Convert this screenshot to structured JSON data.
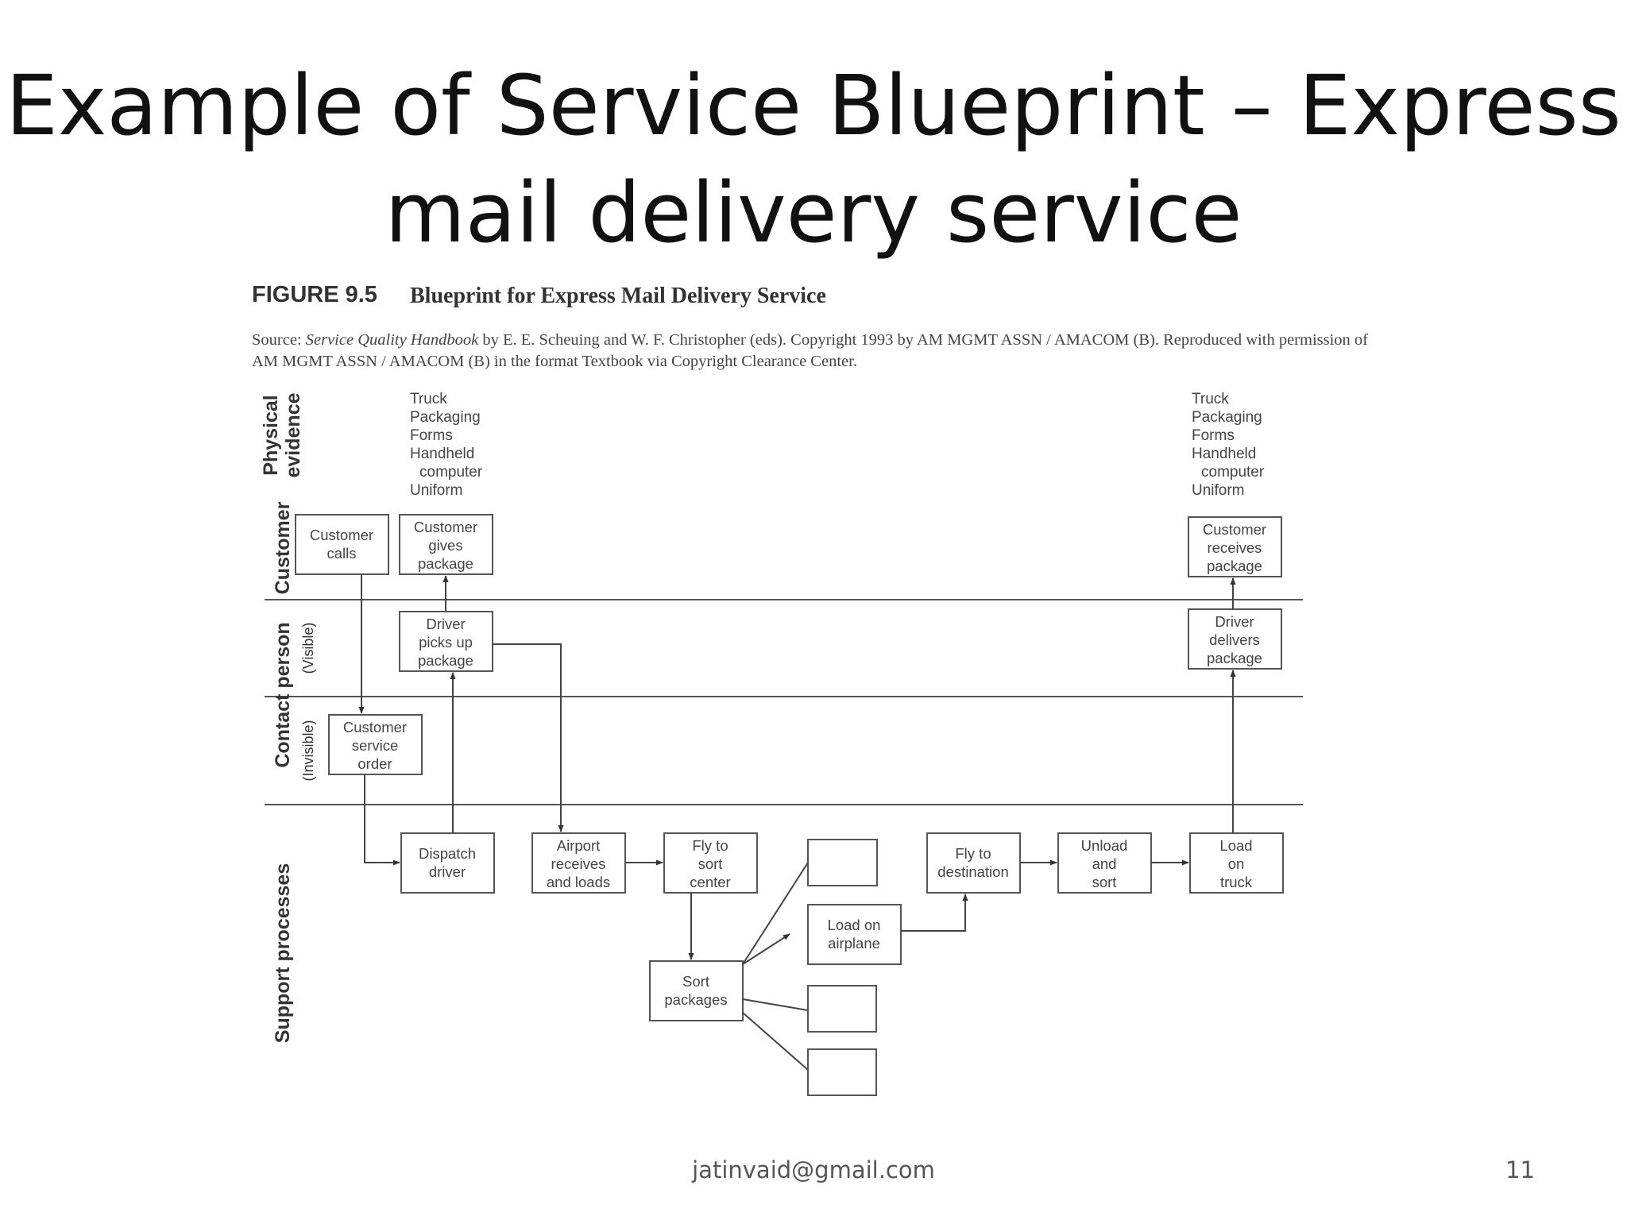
{
  "slide": {
    "title_line1": "Example of Service Blueprint – Express",
    "title_line2": "mail delivery service",
    "footer_email": "jatinvaid@gmail.com",
    "page_number": "11"
  },
  "figure": {
    "label": "FIGURE 9.5",
    "caption": "Blueprint for Express Mail Delivery Service",
    "source_prefix": "Source: ",
    "source_title": "Service Quality Handbook",
    "source_rest": " by E. E. Scheuing and W. F. Christopher (eds). Copyright 1993 by AM MGMT ASSN / AMACOM (B). Reproduced with permission of AM MGMT ASSN / AMACOM (B) in the format Textbook via Copyright Clearance Center."
  },
  "lanes": {
    "physical": [
      "Physical",
      "evidence"
    ],
    "customer": "Customer",
    "contact": "Contact person",
    "visible": "(Visible)",
    "invisible": "(Invisible)",
    "support": "Support  processes"
  },
  "evidence_left": [
    "Truck",
    "Packaging",
    "Forms",
    "Handheld",
    "computer",
    "Uniform"
  ],
  "evidence_right": [
    "Truck",
    "Packaging",
    "Forms",
    "Handheld",
    "computer",
    "Uniform"
  ],
  "nodes": {
    "customer_calls": [
      "Customer",
      "calls"
    ],
    "customer_gives": [
      "Customer",
      "gives",
      "package"
    ],
    "customer_receives": [
      "Customer",
      "receives",
      "package"
    ],
    "driver_picks": [
      "Driver",
      "picks up",
      "package"
    ],
    "driver_delivers": [
      "Driver",
      "delivers",
      "package"
    ],
    "cs_order": [
      "Customer",
      "service",
      "order"
    ],
    "dispatch": [
      "Dispatch",
      "driver"
    ],
    "airport": [
      "Airport",
      "receives",
      "and loads"
    ],
    "fly_sort": [
      "Fly to",
      "sort",
      "center"
    ],
    "load_airplane": [
      "Load on",
      "airplane"
    ],
    "fly_dest": [
      "Fly to",
      "destination"
    ],
    "unload_sort": [
      "Unload",
      "and",
      "sort"
    ],
    "load_truck": [
      "Load",
      "on",
      "truck"
    ],
    "sort_packages": [
      "Sort",
      "packages"
    ]
  }
}
